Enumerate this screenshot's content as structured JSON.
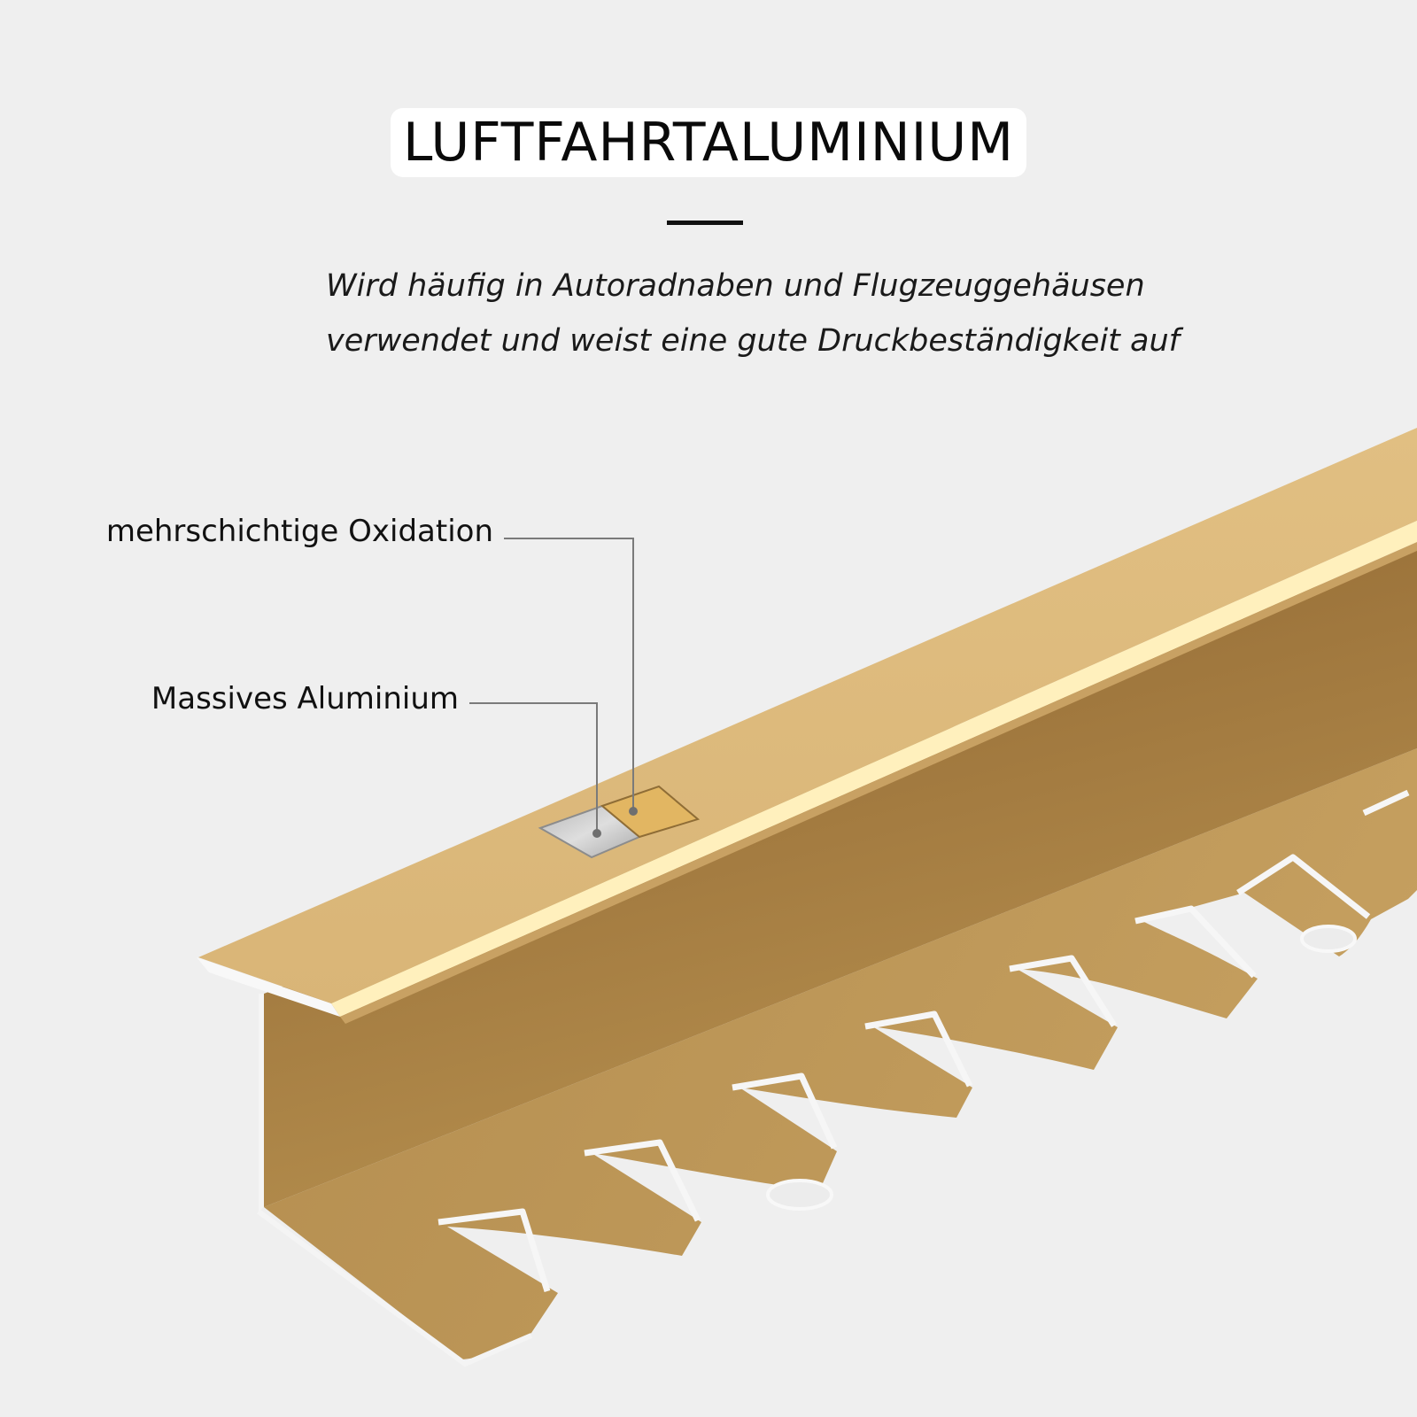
{
  "title": "LUFTFAHRTALUMINIUM",
  "subtitle": {
    "line1": "Wird häufig in Autoradnaben und Flugzeuggehäusen",
    "line2": "verwendet und weist eine gute Druckbeständigkeit auf"
  },
  "callouts": {
    "oxidation": "mehrschichtige Oxidation",
    "aluminium": "Massives Aluminium"
  },
  "colors": {
    "background": "#efefef",
    "gold_top": "#dfbb7c",
    "gold_dark": "#a37b3f",
    "gold_light": "#c39c5d",
    "highlight": "#fff3c4",
    "edge": "#fafafa",
    "swatch_silver": "#c8c8c8",
    "swatch_gold": "#e2b662"
  }
}
